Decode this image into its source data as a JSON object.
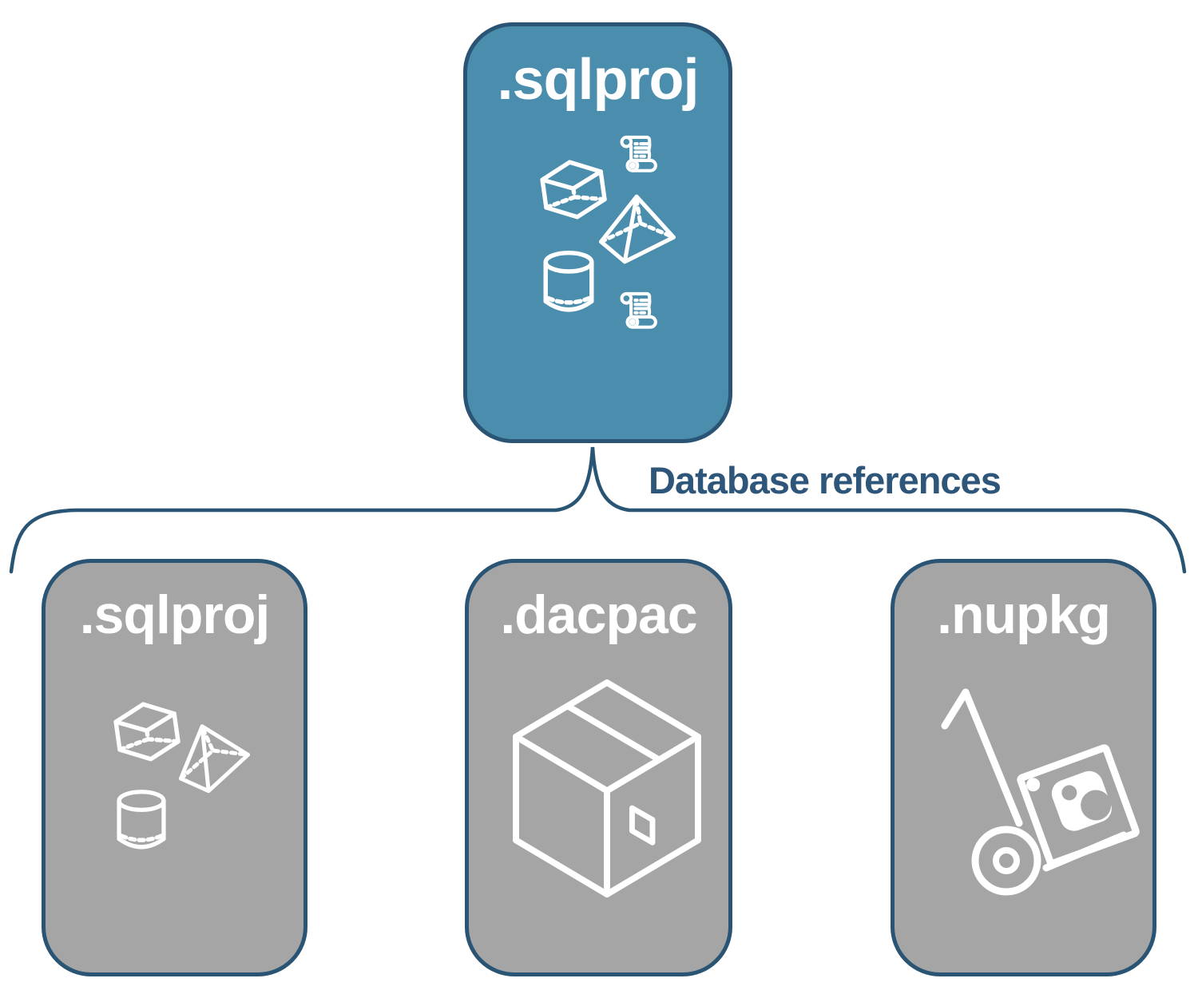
{
  "diagram": {
    "root_node": {
      "label": ".sqlproj",
      "icons": [
        "cube",
        "scroll",
        "pyramid",
        "cylinder",
        "scroll"
      ]
    },
    "connector": {
      "label": "Database references"
    },
    "child_nodes": [
      {
        "id": "sqlproj",
        "label": ".sqlproj",
        "icons": [
          "cube",
          "pyramid",
          "cylinder"
        ]
      },
      {
        "id": "dacpac",
        "label": ".dacpac",
        "icons": [
          "package-box"
        ]
      },
      {
        "id": "nupkg",
        "label": ".nupkg",
        "icons": [
          "nuget-hand-truck"
        ]
      }
    ]
  },
  "colors": {
    "accent_blue": "#4a8dad",
    "node_gray": "#a5a5a5",
    "outline_navy": "#2a5474",
    "label_navy": "#2d567a",
    "icon_white": "#ffffff"
  }
}
